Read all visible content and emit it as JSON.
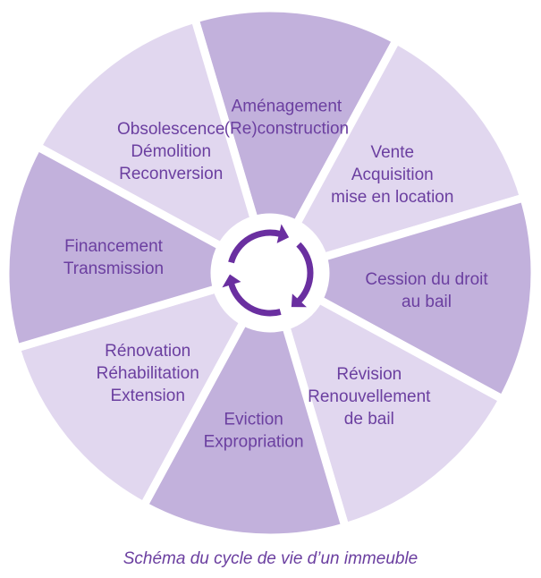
{
  "caption": "Schéma du cycle de vie d’un immeuble",
  "colors": {
    "dark_segment": "#c2b1dc",
    "light_segment": "#e1d7ef",
    "text": "#6b3fa0",
    "arrows": "#6a2fa0",
    "gap": "#ffffff"
  },
  "center_icon": "cycle-arrows-icon",
  "segments": [
    {
      "id": "amenagement",
      "lines": [
        "Aménagement",
        "(Re)construction"
      ],
      "tone": "dark"
    },
    {
      "id": "vente",
      "lines": [
        "Vente",
        "Acquisition",
        "mise en location"
      ],
      "tone": "light"
    },
    {
      "id": "cession",
      "lines": [
        "Cession du droit",
        "au bail"
      ],
      "tone": "dark"
    },
    {
      "id": "revision",
      "lines": [
        "Révision",
        "Renouvellement",
        "de bail"
      ],
      "tone": "light"
    },
    {
      "id": "eviction",
      "lines": [
        "Eviction",
        "Expropriation"
      ],
      "tone": "dark"
    },
    {
      "id": "renovation",
      "lines": [
        "Rénovation",
        "Réhabilitation",
        "Extension"
      ],
      "tone": "light"
    },
    {
      "id": "financement",
      "lines": [
        "Financement",
        "Transmission"
      ],
      "tone": "dark"
    },
    {
      "id": "obsolescence",
      "lines": [
        "Obsolescence",
        "Démolition",
        "Reconversion"
      ],
      "tone": "light"
    }
  ]
}
